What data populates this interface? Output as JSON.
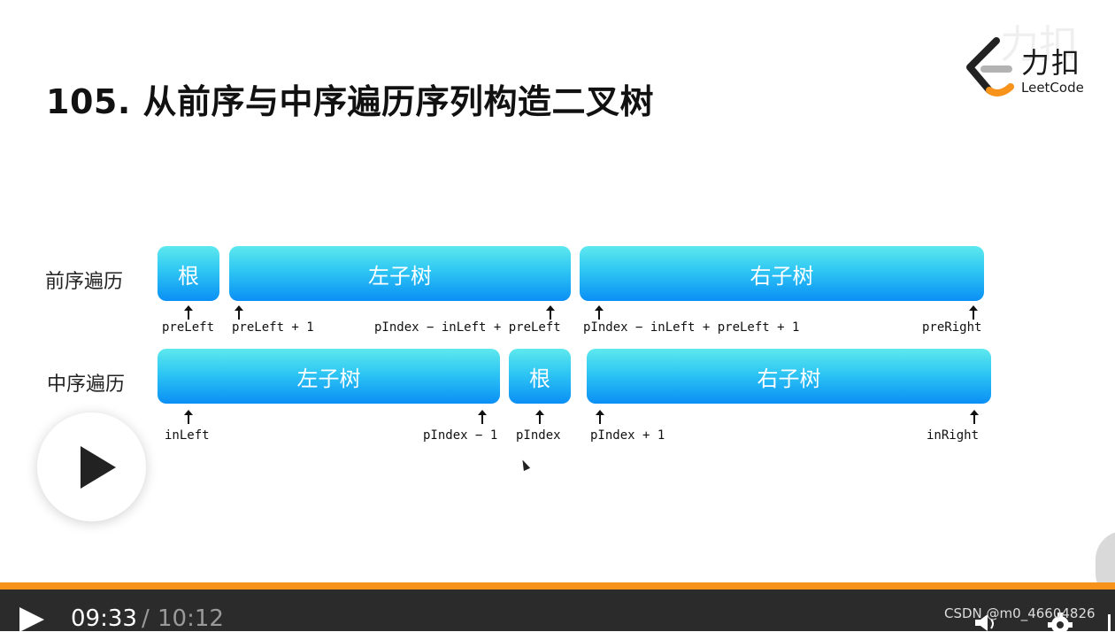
{
  "slide": {
    "title": "105. 从前序与中序遍历序列构造二叉树",
    "logo": {
      "text": "力扣",
      "sub": "LeetCode",
      "watermark": "力扣"
    }
  },
  "diagram": {
    "preorder": {
      "label": "前序遍历",
      "blocks": [
        "根",
        "左子树",
        "右子树"
      ],
      "pointers": [
        "preLeft",
        "preLeft + 1",
        "pIndex − inLeft + preLeft",
        "pIndex − inLeft + preLeft + 1",
        "preRight"
      ]
    },
    "inorder": {
      "label": "中序遍历",
      "blocks": [
        "左子树",
        "根",
        "右子树"
      ],
      "pointers": [
        "inLeft",
        "pIndex − 1",
        "pIndex",
        "pIndex + 1",
        "inRight"
      ]
    }
  },
  "player": {
    "current_time": "09:33",
    "separator": "/",
    "total_time": "10:12",
    "progress_fraction": 0.936,
    "watermark": "CSDN @m0_46604826",
    "accent_color": "#f7931a"
  },
  "icons": [
    "play-icon",
    "volume-icon",
    "gear-icon",
    "fullscreen-icon",
    "cursor-icon"
  ]
}
